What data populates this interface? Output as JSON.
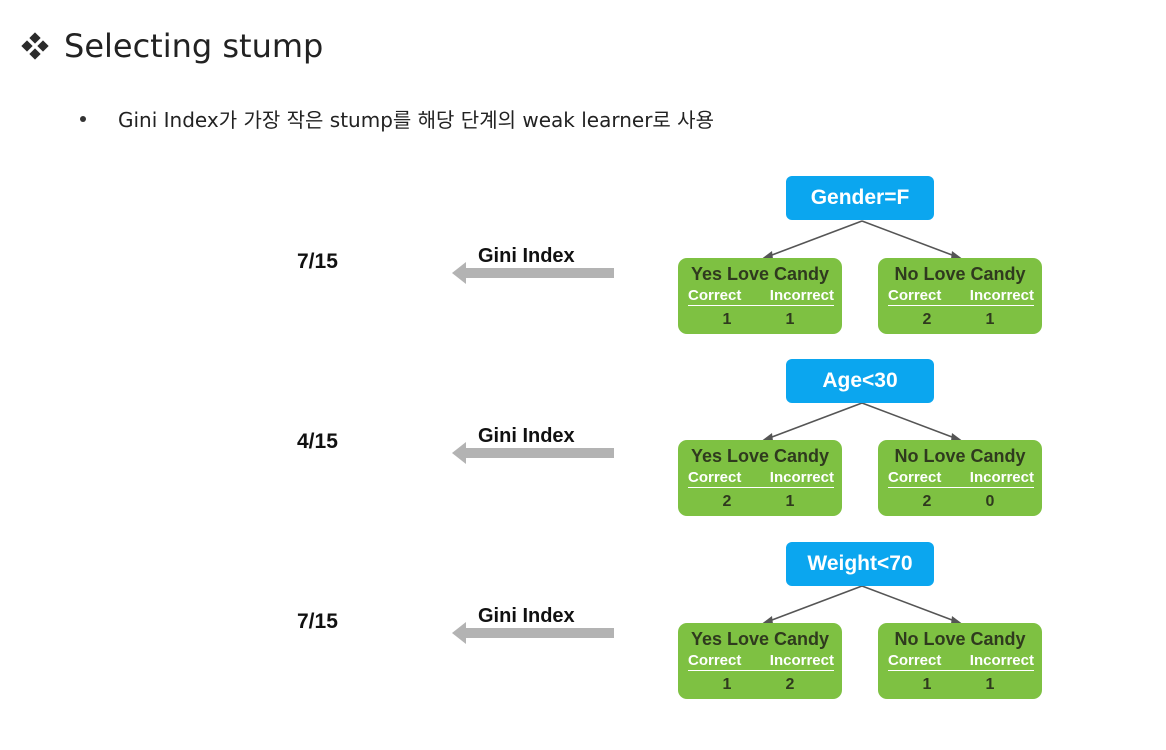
{
  "title": {
    "icon": "four-diamond-bullet-icon",
    "text": "Selecting stump"
  },
  "bullet": {
    "text": "Gini Index가 가장 작은 stump를 해당 단계의 weak learner로 사용"
  },
  "stumps": [
    {
      "gini_value": "7/15",
      "gini_label": "Gini Index",
      "root": "Gender=F",
      "left": {
        "title": "Yes Love Candy",
        "col1": "Correct",
        "col2": "Incorrect",
        "v1": "1",
        "v2": "1"
      },
      "right": {
        "title": "No Love Candy",
        "col1": "Correct",
        "col2": "Incorrect",
        "v1": "2",
        "v2": "1"
      }
    },
    {
      "gini_value": "4/15",
      "gini_label": "Gini Index",
      "root": "Age<30",
      "left": {
        "title": "Yes Love Candy",
        "col1": "Correct",
        "col2": "Incorrect",
        "v1": "2",
        "v2": "1"
      },
      "right": {
        "title": "No Love Candy",
        "col1": "Correct",
        "col2": "Incorrect",
        "v1": "2",
        "v2": "0"
      }
    },
    {
      "gini_value": "7/15",
      "gini_label": "Gini Index",
      "root": "Weight<70",
      "left": {
        "title": "Yes Love Candy",
        "col1": "Correct",
        "col2": "Incorrect",
        "v1": "1",
        "v2": "2"
      },
      "right": {
        "title": "No Love Candy",
        "col1": "Correct",
        "col2": "Incorrect",
        "v1": "1",
        "v2": "1"
      }
    }
  ],
  "colors": {
    "root_node": "#0ba6ef",
    "leaf_node": "#7ec142",
    "arrow": "#b3b3b3",
    "connector": "#555555"
  }
}
